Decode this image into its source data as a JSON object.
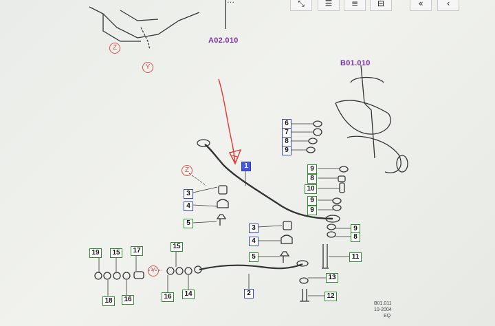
{
  "toolbar": {
    "fragment_text": "…",
    "buttons": [
      "⤡",
      "☰",
      "≡",
      "⊟",
      "«",
      "‹"
    ]
  },
  "refs": {
    "a": "A02.010",
    "b": "B01.010"
  },
  "circles": {
    "z_top": "Z",
    "y_top": "Y",
    "z_mid": "Z",
    "y_bottom": "Y"
  },
  "boxes": {
    "b1": "1",
    "b2": "2",
    "b3a": "3",
    "b4a": "4",
    "b5a": "5",
    "b3b": "3",
    "b4b": "4",
    "b5b": "5",
    "b6": "6",
    "b7": "7",
    "b8a": "8",
    "b9a": "9",
    "b9b": "9",
    "b8b": "8",
    "b10": "10",
    "b9c": "9",
    "b9d": "9",
    "b8c": "8",
    "b11": "11",
    "b13": "13",
    "b12": "12",
    "b19": "19",
    "b15a": "15",
    "b17": "17",
    "b18": "18",
    "b16a": "16",
    "b15b": "15",
    "b16b": "16",
    "b14": "14"
  },
  "footer": {
    "line1": "B01.011",
    "line2": "10-2004",
    "line3": "EQ"
  }
}
